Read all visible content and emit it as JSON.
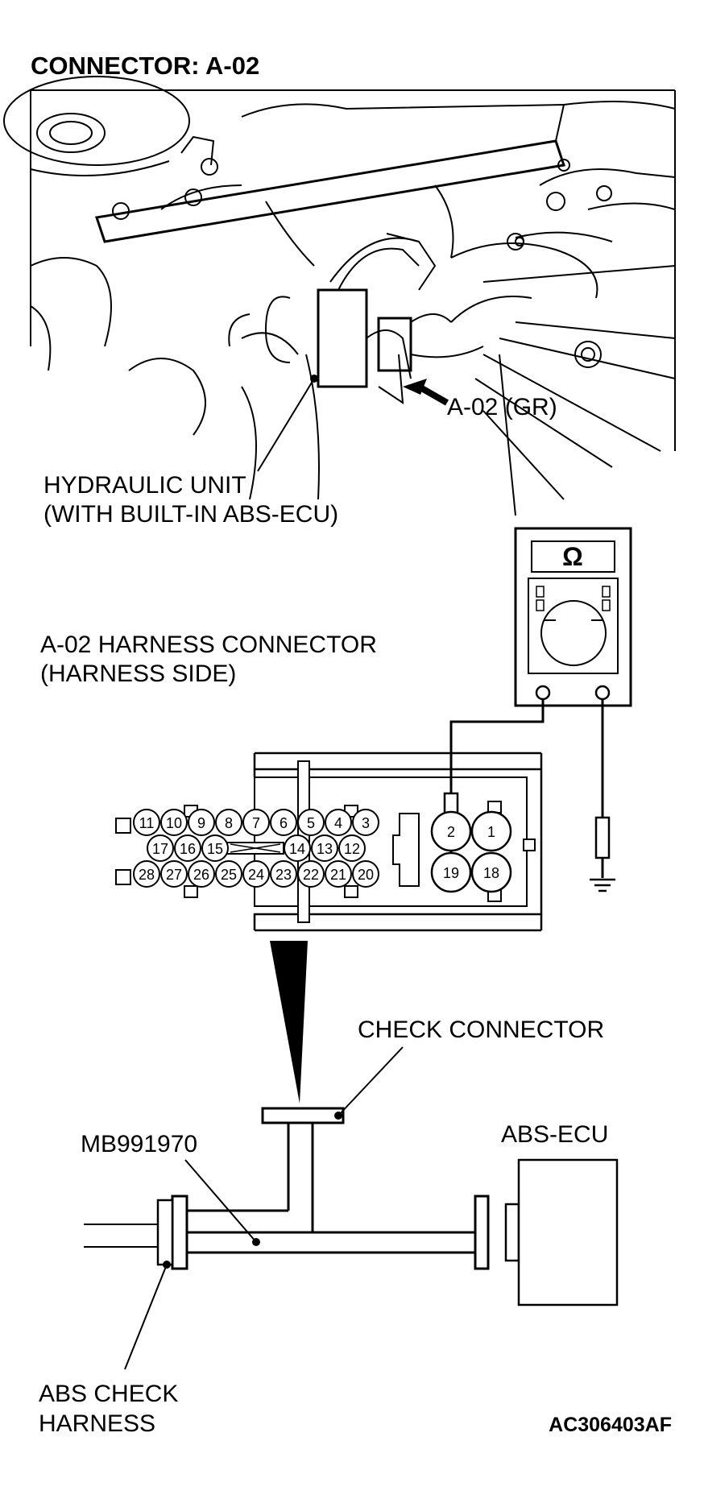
{
  "title": "CONNECTOR: A-02",
  "labels": {
    "connector_callout": "A-02 (GR)",
    "hydraulic_unit_line1": "HYDRAULIC UNIT",
    "hydraulic_unit_line2": "(WITH BUILT-IN ABS-ECU)",
    "harness_connector_line1": "A-02 HARNESS CONNECTOR",
    "harness_connector_line2": "(HARNESS SIDE)",
    "ohmmeter_symbol": "Ω",
    "check_connector": "CHECK CONNECTOR",
    "tool": "MB991970",
    "abs_ecu": "ABS-ECU",
    "abs_check_harness_line1": "ABS CHECK",
    "abs_check_harness_line2": "HARNESS",
    "figure_code": "AC306403AF"
  },
  "connector_pins": {
    "small_row1": [
      "11",
      "10",
      "9",
      "8",
      "7",
      "6",
      "5",
      "4",
      "3"
    ],
    "small_row2_left": [
      "17",
      "16",
      "15"
    ],
    "small_row2_right": [
      "14",
      "13",
      "12"
    ],
    "small_row3": [
      "28",
      "27",
      "26",
      "25",
      "24",
      "23",
      "22",
      "21",
      "20"
    ],
    "large_top": [
      "2",
      "1"
    ],
    "large_bottom": [
      "19",
      "18"
    ]
  },
  "colors": {
    "ink": "#000000",
    "paper": "#ffffff"
  }
}
